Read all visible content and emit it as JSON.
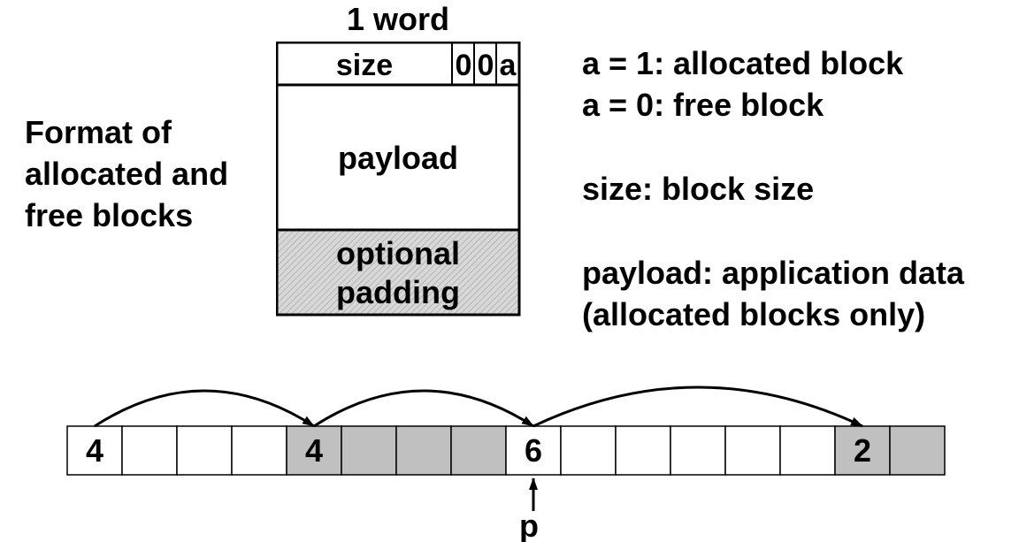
{
  "block_format": {
    "word_label": "1 word",
    "header_size": "size",
    "header_bits": [
      "0",
      "0",
      "a"
    ],
    "payload": "payload",
    "padding": [
      "optional",
      "padding"
    ]
  },
  "format_caption": [
    "Format of",
    "allocated and",
    "free blocks"
  ],
  "legend": {
    "alloc": "a = 1: allocated block",
    "free": "a = 0: free block",
    "size": "size: block size",
    "payload": "payload: application data",
    "payload_note": "(allocated blocks only)"
  },
  "heap": {
    "cells": [
      {
        "label": "4",
        "allocated": false
      },
      {
        "label": "",
        "allocated": false
      },
      {
        "label": "",
        "allocated": false
      },
      {
        "label": "",
        "allocated": false
      },
      {
        "label": "4",
        "allocated": true
      },
      {
        "label": "",
        "allocated": true
      },
      {
        "label": "",
        "allocated": true
      },
      {
        "label": "",
        "allocated": true
      },
      {
        "label": "6",
        "allocated": false
      },
      {
        "label": "",
        "allocated": false
      },
      {
        "label": "",
        "allocated": false
      },
      {
        "label": "",
        "allocated": false
      },
      {
        "label": "",
        "allocated": false
      },
      {
        "label": "",
        "allocated": false
      },
      {
        "label": "2",
        "allocated": true
      },
      {
        "label": "",
        "allocated": true
      }
    ],
    "pointer_label": "p",
    "pointer_cell": 8,
    "links": [
      [
        0,
        4
      ],
      [
        4,
        8
      ],
      [
        8,
        14
      ]
    ]
  },
  "colors": {
    "allocated_fill": "#c0c0c0",
    "padding_fill": "#d4d4d4",
    "line": "#000000"
  }
}
